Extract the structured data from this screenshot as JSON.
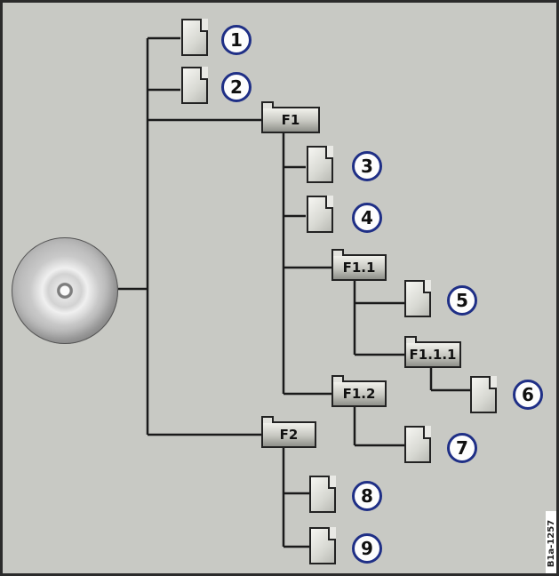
{
  "diagram": {
    "files": [
      "1",
      "2",
      "3",
      "4",
      "5",
      "6",
      "7",
      "8",
      "9"
    ],
    "folders": [
      "F1",
      "F1.1",
      "F1.1.1",
      "F1.2",
      "F2"
    ],
    "side_code": "B1a-1257"
  },
  "colors": {
    "background": "#c8c9c4",
    "badge_ring": "#1f2f86",
    "lines": "#1a1a1a"
  }
}
